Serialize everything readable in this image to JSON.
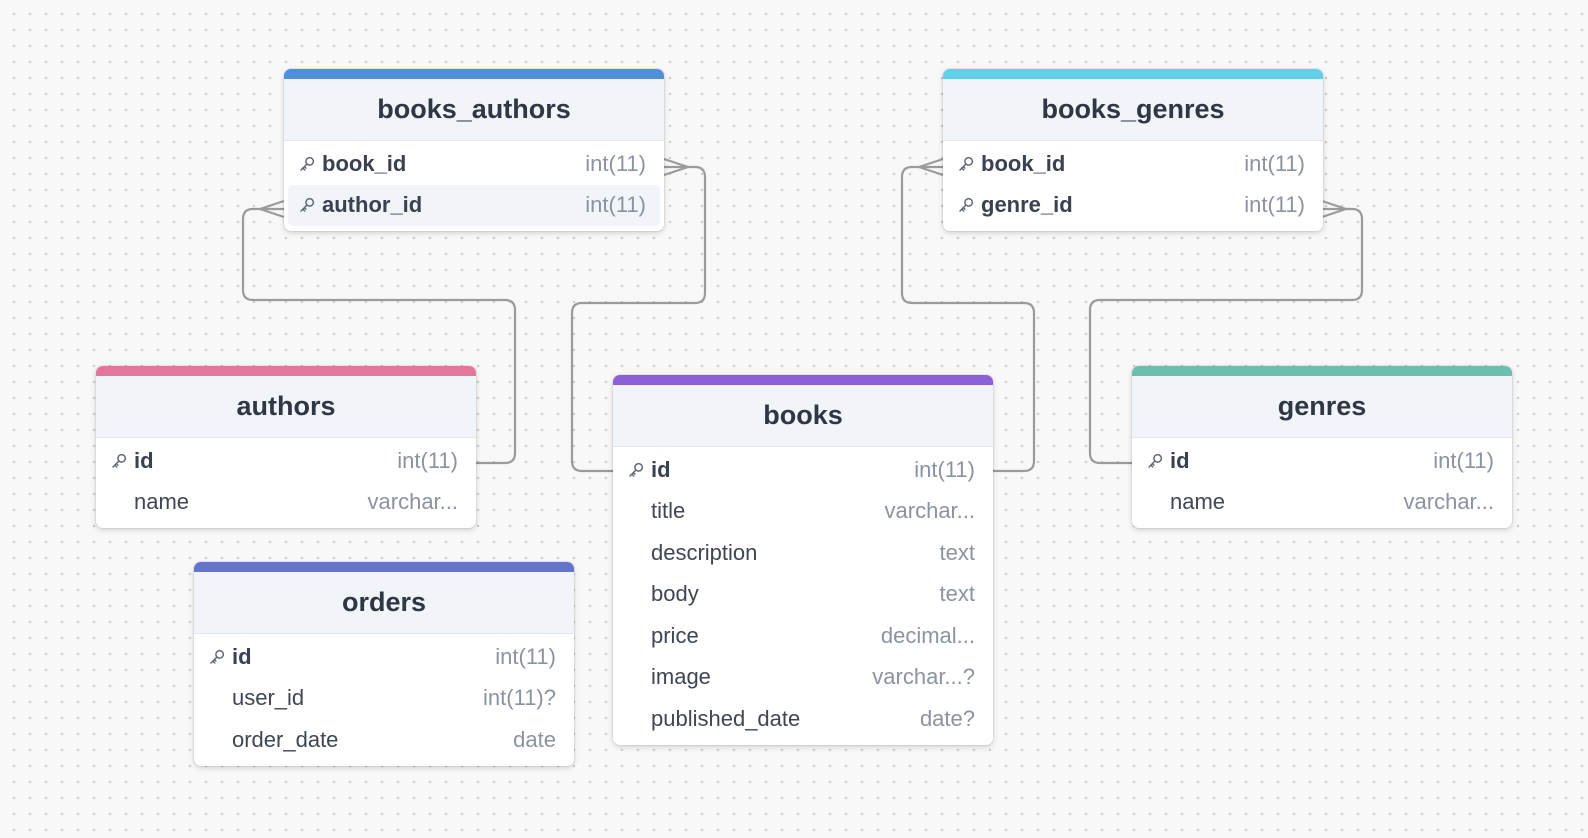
{
  "colors": {
    "books_authors": "#4f8fdc",
    "books_genres": "#63cfe8",
    "authors": "#e5769b",
    "books": "#8b5fd6",
    "genres": "#6cbfae",
    "orders": "#6474cc",
    "connector": "#9b9b9b"
  },
  "icons": {
    "primary_key": "key-icon"
  },
  "tables": {
    "books_authors": {
      "name": "books_authors",
      "columns": [
        {
          "name": "book_id",
          "type": "int(11)",
          "pk": true
        },
        {
          "name": "author_id",
          "type": "int(11)",
          "pk": true
        }
      ]
    },
    "books_genres": {
      "name": "books_genres",
      "columns": [
        {
          "name": "book_id",
          "type": "int(11)",
          "pk": true
        },
        {
          "name": "genre_id",
          "type": "int(11)",
          "pk": true
        }
      ]
    },
    "authors": {
      "name": "authors",
      "columns": [
        {
          "name": "id",
          "type": "int(11)",
          "pk": true
        },
        {
          "name": "name",
          "type": "varchar...",
          "pk": false
        }
      ]
    },
    "books": {
      "name": "books",
      "columns": [
        {
          "name": "id",
          "type": "int(11)",
          "pk": true
        },
        {
          "name": "title",
          "type": "varchar...",
          "pk": false
        },
        {
          "name": "description",
          "type": "text",
          "pk": false
        },
        {
          "name": "body",
          "type": "text",
          "pk": false
        },
        {
          "name": "price",
          "type": "decimal...",
          "pk": false
        },
        {
          "name": "image",
          "type": "varchar...?",
          "pk": false
        },
        {
          "name": "published_date",
          "type": "date?",
          "pk": false
        }
      ]
    },
    "genres": {
      "name": "genres",
      "columns": [
        {
          "name": "id",
          "type": "int(11)",
          "pk": true
        },
        {
          "name": "name",
          "type": "varchar...",
          "pk": false
        }
      ]
    },
    "orders": {
      "name": "orders",
      "columns": [
        {
          "name": "id",
          "type": "int(11)",
          "pk": true
        },
        {
          "name": "user_id",
          "type": "int(11)?",
          "pk": false
        },
        {
          "name": "order_date",
          "type": "date",
          "pk": false
        }
      ]
    }
  },
  "relationships": [
    {
      "from": "authors.id",
      "to": "books_authors.author_id",
      "cardinality": "one-to-many"
    },
    {
      "from": "books.id",
      "to": "books_authors.book_id",
      "cardinality": "one-to-many"
    },
    {
      "from": "books.id",
      "to": "books_genres.book_id",
      "cardinality": "one-to-many"
    },
    {
      "from": "genres.id",
      "to": "books_genres.genre_id",
      "cardinality": "one-to-many"
    }
  ]
}
